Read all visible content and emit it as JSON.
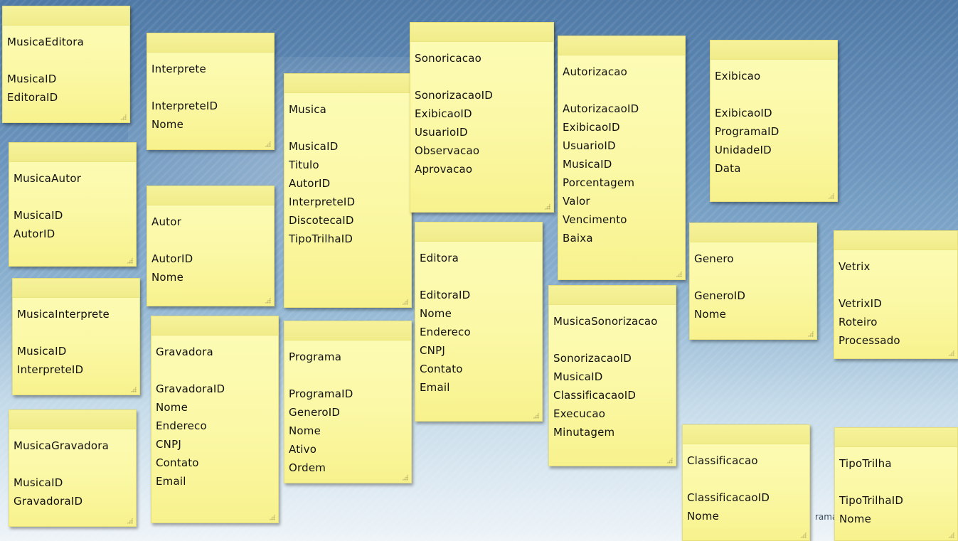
{
  "background": {
    "corner_text": "rama"
  },
  "notes": [
    {
      "id": "musica-editora",
      "title": "MusicaEditora",
      "fields": [
        "MusicaID",
        "EditoraID"
      ]
    },
    {
      "id": "interprete",
      "title": "Interprete",
      "fields": [
        "InterpreteID",
        "Nome"
      ]
    },
    {
      "id": "musica",
      "title": "Musica",
      "fields": [
        "MusicaID",
        "Titulo",
        "AutorID",
        "InterpreteID",
        "DiscotecaID",
        "TipoTrilhaID"
      ]
    },
    {
      "id": "sonoricacao",
      "title": "Sonoricacao",
      "fields": [
        "SonorizacaoID",
        "ExibicaoID",
        "UsuarioID",
        "Observacao",
        "Aprovacao"
      ]
    },
    {
      "id": "autorizacao",
      "title": "Autorizacao",
      "fields": [
        "AutorizacaoID",
        "ExibicaoID",
        "UsuarioID",
        "MusicaID",
        "Porcentagem",
        "Valor",
        "Vencimento",
        "Baixa"
      ]
    },
    {
      "id": "exibicao",
      "title": "Exibicao",
      "fields": [
        "ExibicaoID",
        "ProgramaID",
        "UnidadeID",
        "Data"
      ]
    },
    {
      "id": "musica-autor",
      "title": "MusicaAutor",
      "fields": [
        "MusicaID",
        "AutorID"
      ]
    },
    {
      "id": "autor",
      "title": "Autor",
      "fields": [
        "AutorID",
        "Nome"
      ]
    },
    {
      "id": "editora",
      "title": "Editora",
      "fields": [
        "EditoraID",
        "Nome",
        "Endereco",
        "CNPJ",
        "Contato",
        "Email"
      ]
    },
    {
      "id": "genero",
      "title": "Genero",
      "fields": [
        "GeneroID",
        "Nome"
      ]
    },
    {
      "id": "vetrix",
      "title": "Vetrix",
      "fields": [
        "VetrixID",
        "Roteiro",
        "Processado"
      ]
    },
    {
      "id": "musica-interprete",
      "title": "MusicaInterprete",
      "fields": [
        "MusicaID",
        "InterpreteID"
      ]
    },
    {
      "id": "gravadora",
      "title": "Gravadora",
      "fields": [
        "GravadoraID",
        "Nome",
        "Endereco",
        "CNPJ",
        "Contato",
        "Email"
      ]
    },
    {
      "id": "programa",
      "title": "Programa",
      "fields": [
        "ProgramaID",
        "GeneroID",
        "Nome",
        "Ativo",
        "Ordem"
      ]
    },
    {
      "id": "musica-sonorizacao",
      "title": "MusicaSonorizacao",
      "fields": [
        "SonorizacaoID",
        "MusicaID",
        "ClassificacaoID",
        "Execucao",
        "Minutagem"
      ]
    },
    {
      "id": "musica-gravadora",
      "title": "MusicaGravadora",
      "fields": [
        "MusicaID",
        "GravadoraID"
      ]
    },
    {
      "id": "classificacao",
      "title": "Classificacao",
      "fields": [
        "ClassificacaoID",
        "Nome"
      ]
    },
    {
      "id": "tipo-trilha",
      "title": "TipoTrilha",
      "fields": [
        "TipoTrilhaID",
        "Nome"
      ]
    }
  ]
}
